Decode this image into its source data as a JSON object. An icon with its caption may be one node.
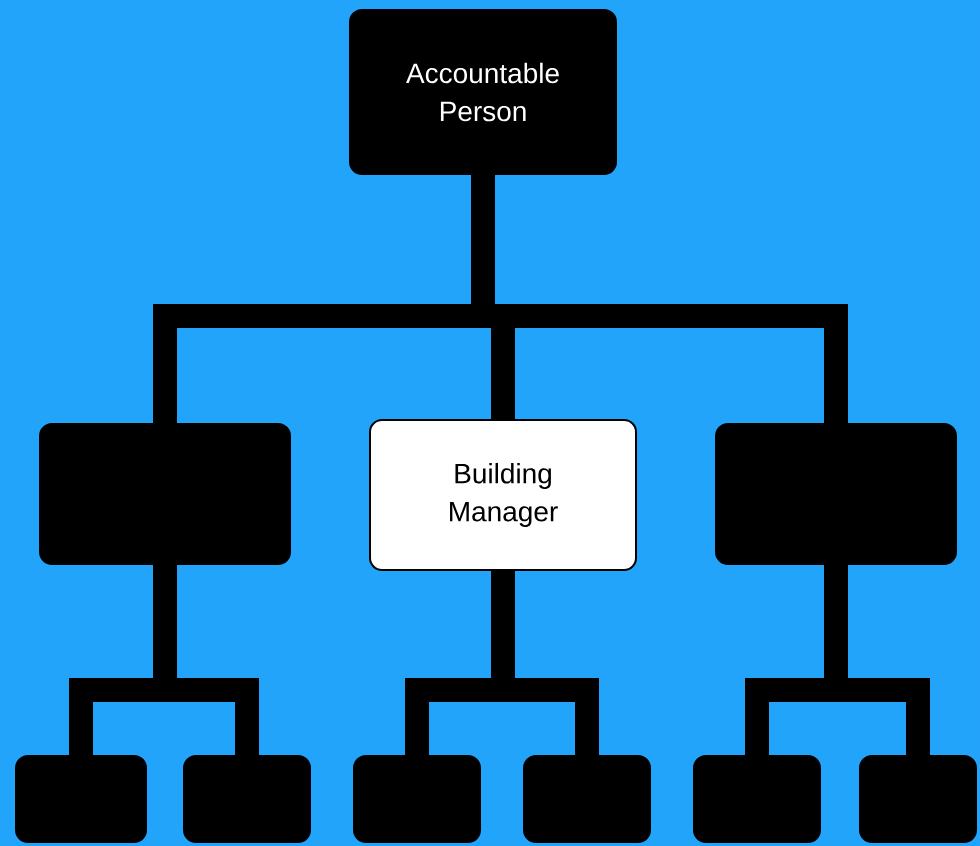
{
  "diagram": {
    "nodes": [
      {
        "text": [
          "Accountable Person"
        ]
      },
      {
        "text": [],
        "shape": "box"
      },
      {
        "text": [
          "Building Manager"
        ]
      },
      {
        "text": [],
        "shape": "box"
      },
      {
        "text": [],
        "shape": "box"
      },
      {
        "text": [],
        "shape": "box"
      },
      {
        "text": [],
        "shape": "box"
      },
      {
        "text": [],
        "shape": "box"
      },
      {
        "text": [],
        "shape": "box"
      },
      {
        "text": [],
        "shape": "box"
      }
    ],
    "edges": [
      {
        "from": 0,
        "to": 1,
        "arrow": "none"
      },
      {
        "from": 0,
        "to": 2,
        "arrow": "none"
      },
      {
        "from": 0,
        "to": 3,
        "arrow": "none"
      },
      {
        "from": 1,
        "to": 4,
        "arrow": "none"
      },
      {
        "from": 1,
        "to": 5,
        "arrow": "none"
      },
      {
        "from": 2,
        "to": 6,
        "arrow": "none"
      },
      {
        "from": 2,
        "to": 7,
        "arrow": "none"
      },
      {
        "from": 3,
        "to": 8,
        "arrow": "none"
      },
      {
        "from": 3,
        "to": 9,
        "arrow": "none"
      }
    ]
  }
}
